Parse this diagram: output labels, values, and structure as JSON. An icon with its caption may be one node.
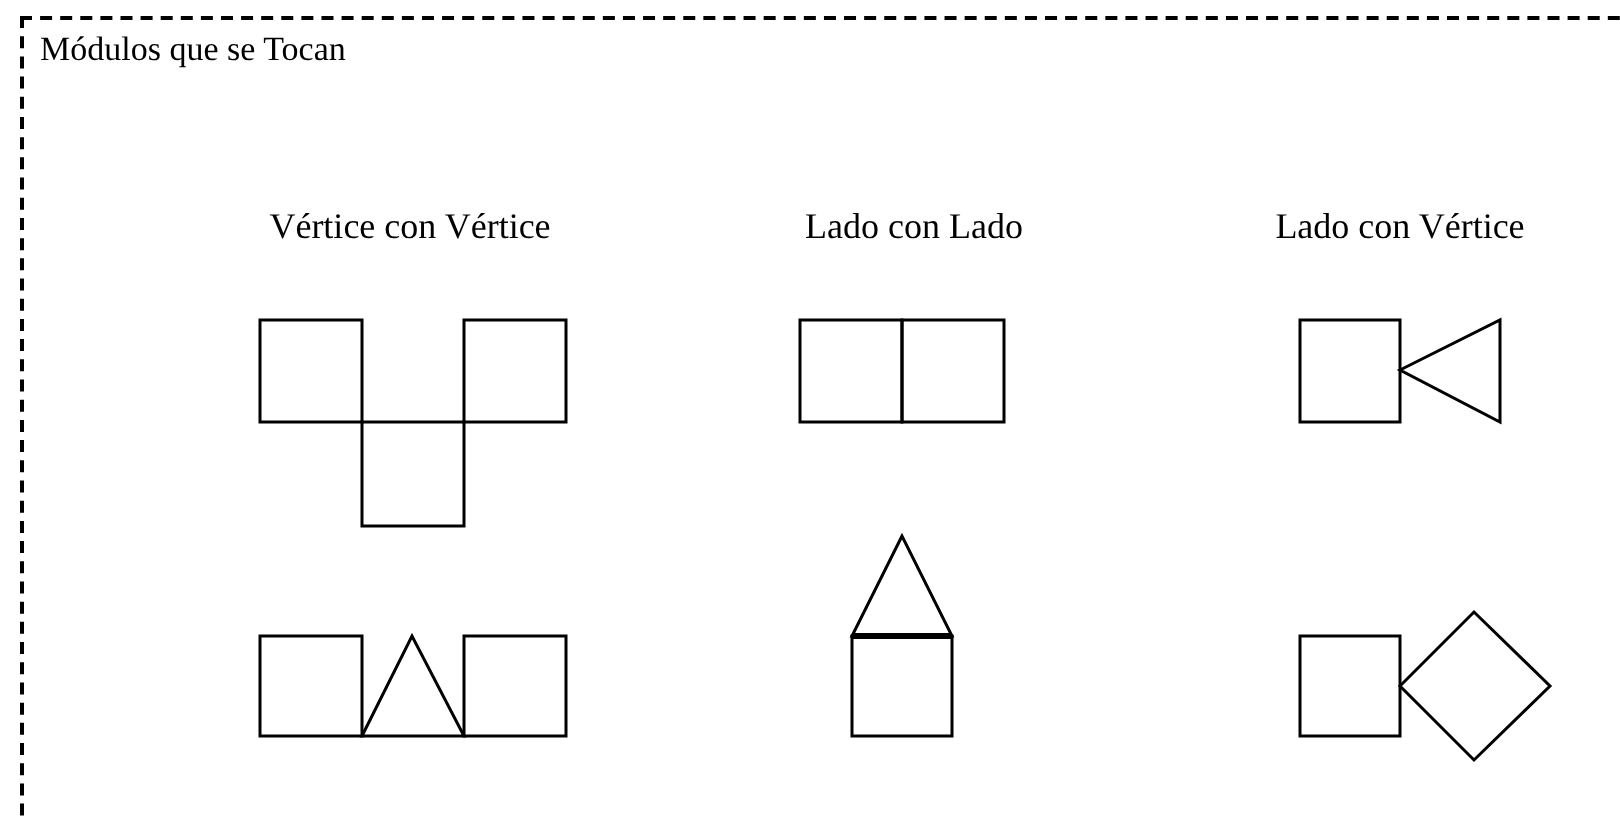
{
  "diagram": {
    "title": "Módulos que se Tocan",
    "labels": [
      "Vértice con Vértice",
      "Lado con Lado",
      "Lado con Vértice"
    ]
  }
}
